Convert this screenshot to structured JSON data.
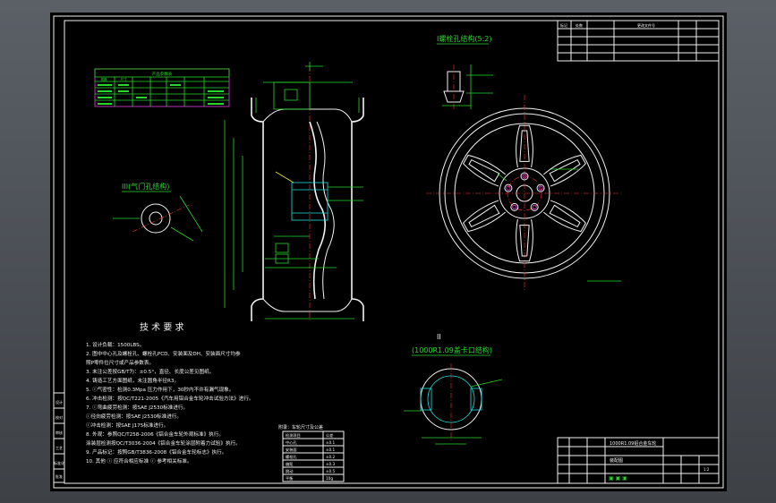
{
  "colors": {
    "sheet": "#000000",
    "line": "#f2f2f2",
    "dim": "#27d82b",
    "center": "#ff3030",
    "hatch": "#22e0e0"
  },
  "views": {
    "view_i": "I螺栓孔结构(5:2)",
    "view_ii_roman": "II",
    "view_ii": "(1000R1.09盖卡口结构)",
    "view_iii": "III(气门孔结构)"
  },
  "tech": {
    "title": "技 术 要 求",
    "items": [
      "1. 设计负载：1500LBS。",
      "2. 图中中心孔及螺栓孔、螺栓孔PCD、安装面及DH、安装面尺寸均参",
      "   照P零件位尺寸或产品参数表。",
      "3. 未注公差按GB/T为：±0.5°，直径、长度公差见图纸。",
      "4. 铸造工艺方面图纸，未注圆角半径R3。",
      "5. ⓘ气密性：检测0.3Mpa 压力作用下，30秒内不许有漏气现象。",
      "6. 冲击检测：按QC/T221-2005《汽车用铝合金车轮冲击试验方法》进行。",
      "7. ⓘ弯曲疲劳检测：按SAE J2530标准进行。",
      "   ⓘ径向疲劳检测：按SAE J2530标准进行。",
      "   ⓘ冲击检测：按SAE J175标准进行。",
      "8. 外观：参照QC/T258-2006《铝合金车轮外观标准》执行。",
      "   涂装层检测按QC/T3036-2004《铝合金车轮涂层附着力试验》执行。",
      "9. 产品标记：按照GB/T3836-2008《铝合金车轮标志》执行。",
      "10. 其他 ⓘ 应符合相应标准 ⓘ 参考相关标准。"
    ]
  },
  "top_table": {
    "title": "产品参数表",
    "rows": [
      [
        "规格",
        "尺寸",
        "",
        "",
        "",
        ""
      ],
      [
        "",
        "",
        "",
        "",
        "",
        ""
      ],
      [
        "",
        "",
        "",
        "",
        "",
        ""
      ],
      [
        "",
        "",
        "",
        "",
        "",
        ""
      ],
      [
        "",
        "",
        "",
        "",
        "",
        ""
      ]
    ]
  },
  "notes_title": "附录：车轮尺寸及公差",
  "notes_rows": [
    [
      "检测项目",
      "公差"
    ],
    [
      "中心孔",
      "±0.1"
    ],
    [
      "安装面",
      "±0.1"
    ],
    [
      "螺栓孔",
      "±0.2"
    ],
    [
      "偏距",
      "±0.3"
    ],
    [
      "跳动",
      "±0.5"
    ],
    [
      "平衡",
      "10g"
    ]
  ],
  "title_block": {
    "name": "1000R1.09铝合金车轮",
    "drawing": "装配图",
    "scale": "1:2"
  },
  "revision_block": {
    "col1": "标记",
    "col2": "处数",
    "col3": "更改文件号"
  },
  "left_strip": [
    "设计",
    "校对",
    "审核",
    "工艺",
    "标准化",
    "批准"
  ]
}
